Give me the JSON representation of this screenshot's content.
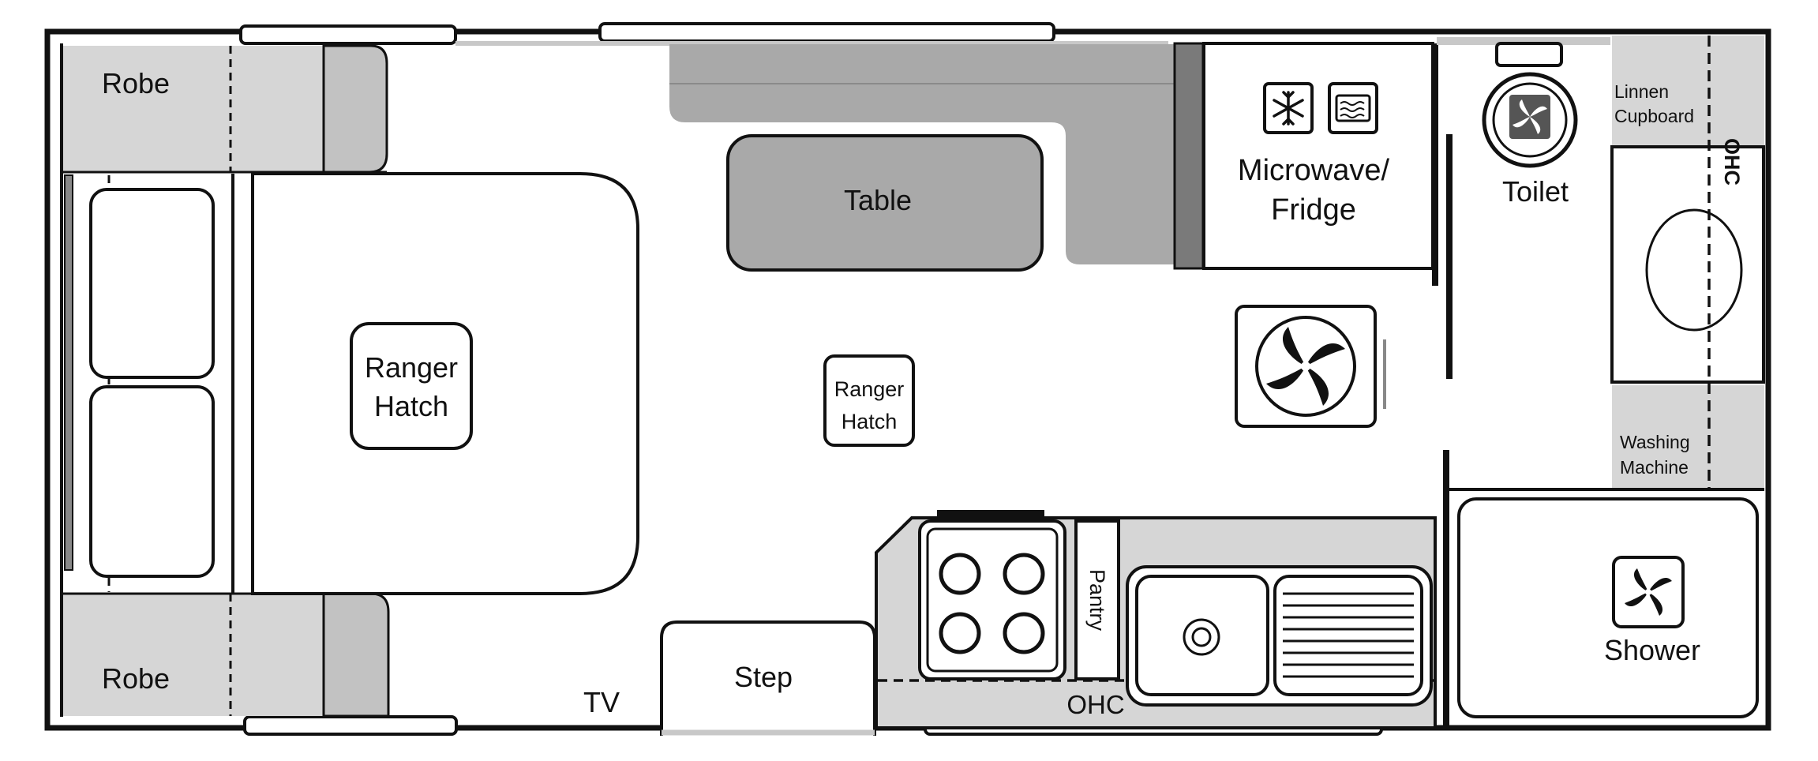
{
  "plan": {
    "robe_top": "Robe",
    "robe_bottom": "Robe",
    "table": "Table",
    "bed_hatch_line1": "Ranger",
    "bed_hatch_line2": "Hatch",
    "floor_hatch_line1": "Ranger",
    "floor_hatch_line2": "Hatch",
    "microwave_line1": "Microwave/",
    "microwave_line2": "Fridge",
    "toilet": "Toilet",
    "linnen_line1": "Linnen",
    "linnen_line2": "Cupboard",
    "ohc_right": "OHC",
    "washing_line1": "Washing",
    "washing_line2": "Machine",
    "shower": "Shower",
    "pantry": "Pantry",
    "step": "Step",
    "tv": "TV",
    "ohc_kitchen": "OHC"
  },
  "icons": [
    "snowflake-icon",
    "microwave-icon",
    "fan-icon",
    "cooktop-icon",
    "sink-icon"
  ],
  "colors": {
    "wall": "#111111",
    "fixture_gray": "#d6d6d6",
    "seat_gray": "#a9a9a9",
    "dark_gray": "#7a7a7a",
    "window_gray": "#c8c8c8"
  }
}
